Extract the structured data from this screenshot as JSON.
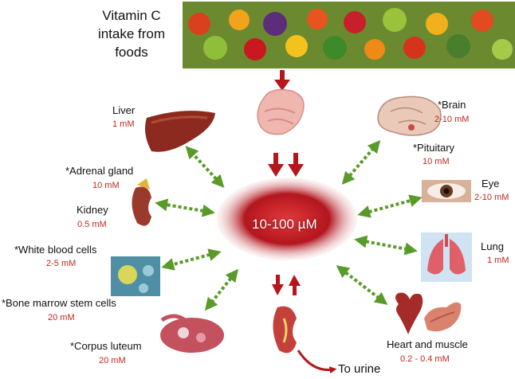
{
  "title_lines": [
    "Vitamin C",
    "intake from",
    "foods"
  ],
  "blood_concentration": "10-100 µM",
  "to_urine": "To urine",
  "organs": {
    "liver": {
      "name": "Liver",
      "value": "1 mM"
    },
    "adrenal": {
      "name": "*Adrenal gland",
      "value": "10 mM"
    },
    "kidney": {
      "name": "Kidney",
      "value": "0.5 mM"
    },
    "wbc": {
      "name": "*White blood cells",
      "value": "2-5 mM"
    },
    "marrow": {
      "name": "*Bone marrow stem cells",
      "value": "20 mM"
    },
    "corpus": {
      "name": "*Corpus luteum",
      "value": "20 mM"
    },
    "brain": {
      "name": "*Brain",
      "value": "2-10 mM"
    },
    "pituitary": {
      "name": "*Pituitary",
      "value": "10 mM"
    },
    "eye": {
      "name": "Eye",
      "value": "2-10 mM"
    },
    "lung": {
      "name": "Lung",
      "value": "1 mM"
    },
    "heart": {
      "name": "Heart and muscle",
      "value": "0.2 - 0.4 mM"
    }
  },
  "colors": {
    "accent_red": "#c0271c",
    "arrow_green": "#5a9a2a",
    "blood": "#b3161e"
  }
}
